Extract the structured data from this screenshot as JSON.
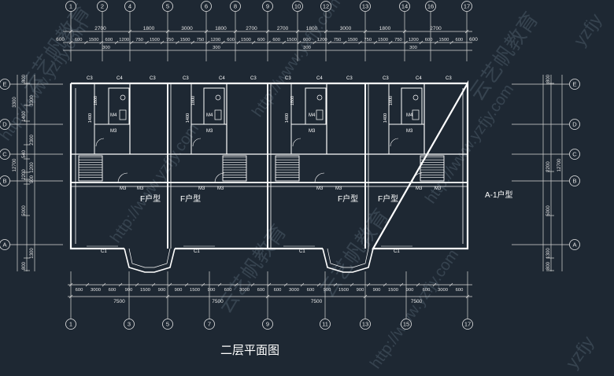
{
  "colors": {
    "background": "#1e2833",
    "wall": "#ffffff",
    "dim": "#d8d8d8",
    "watermark": "#8fa6b8"
  },
  "title": "二层平面图",
  "unit_type_label": "A-1户型",
  "room_labels": [
    "F户型",
    "F户型",
    "F户型",
    "F户型"
  ],
  "top_axes": [
    "1",
    "2",
    "4",
    "5",
    "6",
    "8",
    "9",
    "10",
    "12",
    "13",
    "14",
    "16",
    "17"
  ],
  "bottom_axes": [
    "1",
    "3",
    "5",
    "7",
    "9",
    "11",
    "13",
    "15",
    "17"
  ],
  "left_axes": [
    "E",
    "D",
    "C",
    "B",
    "A"
  ],
  "right_axes": [
    "E",
    "D",
    "C",
    "B",
    "A"
  ],
  "top_dims_row1": [
    "2700",
    "1800",
    "3000",
    "1800",
    "2700",
    "2700",
    "1800",
    "3000",
    "1800",
    "2700"
  ],
  "top_dims_row2": [
    "600",
    "1500",
    "600",
    "1200",
    "750",
    "1500",
    "750",
    "1500",
    "750",
    "1200",
    "600",
    "1500",
    "600",
    "600",
    "1500",
    "600",
    "1200",
    "750",
    "1500",
    "750",
    "1500",
    "750",
    "1200",
    "600",
    "1500",
    "600"
  ],
  "top_dims_row2_sub": [
    "300",
    "300",
    "300",
    "300"
  ],
  "bottom_dims_row1": [
    "600",
    "3000",
    "600",
    "900",
    "1500",
    "900",
    "900",
    "1500",
    "900",
    "600",
    "3000",
    "600",
    "600",
    "3000",
    "600",
    "900",
    "1500",
    "900",
    "900",
    "1500",
    "900",
    "600",
    "3000",
    "600"
  ],
  "bottom_dims_row2": [
    "7500",
    "7500",
    "7500",
    "7500"
  ],
  "left_dims_outer": [
    "3300",
    "12700"
  ],
  "left_dims_inner": [
    "800",
    "3300",
    "1400",
    "2300",
    "540",
    "1200",
    "2200",
    "900",
    "5000",
    "1300",
    "800"
  ],
  "right_dims_outer": [
    "12700"
  ],
  "right_dims_inner": [
    "800",
    "2200",
    "5000",
    "1300",
    "800"
  ],
  "tag_labels": {
    "c3": "C3",
    "c4": "C4",
    "c1": "C1",
    "m3": "M3",
    "m4": "M4",
    "d1800": "1800",
    "d1400": "1400"
  },
  "watermarks": [
    "http://www.yzfjy.com",
    "云艺帆教育",
    "yzfjy"
  ]
}
